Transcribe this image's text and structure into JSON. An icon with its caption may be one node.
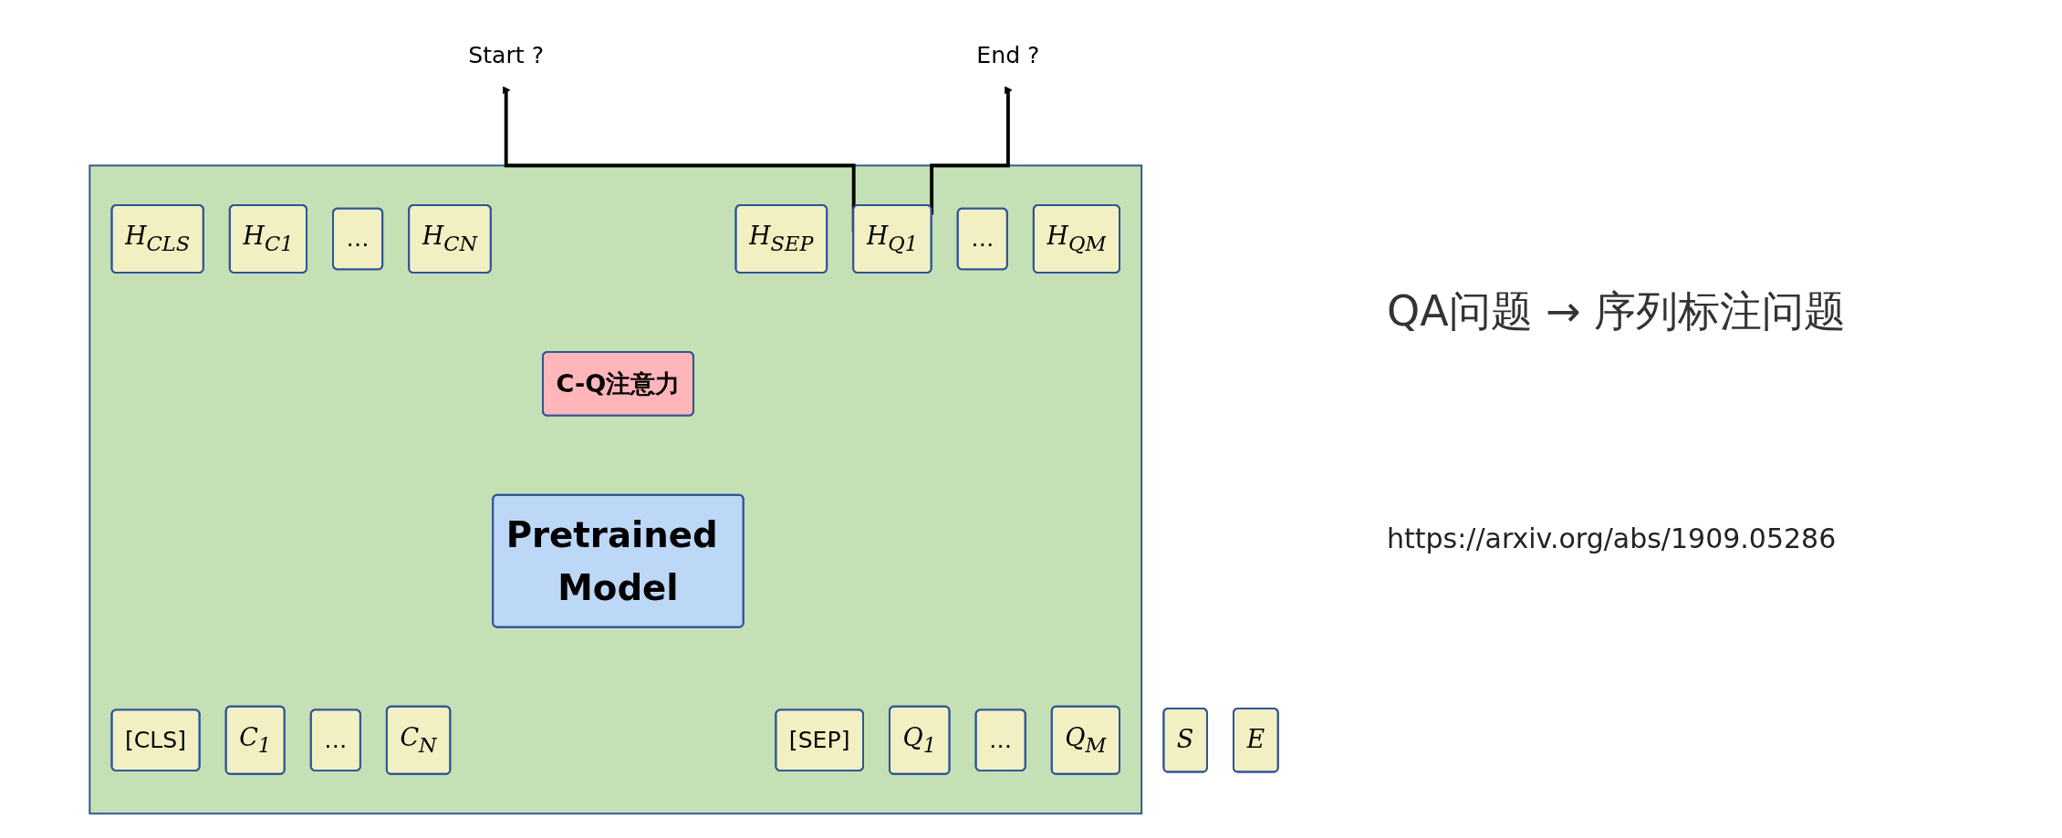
{
  "diagram": {
    "nodes": [
      {
        "text": [],
        "shape": "box"
      },
      {
        "text": [
          "H$_{CLS}$"
        ],
        "in": 0
      },
      {
        "text": [
          "H$_{C1}$"
        ],
        "in": 0
      },
      {
        "text": [
          "…"
        ],
        "in": 0
      },
      {
        "text": [
          "H$_{CN}$"
        ],
        "in": 0
      },
      {
        "text": [
          "H$_{SEP}$"
        ],
        "in": 0
      },
      {
        "text": [
          "H$_{Q1}$"
        ],
        "in": 0
      },
      {
        "text": [
          "…"
        ],
        "in": 0
      },
      {
        "text": [
          "H$_{QM}$"
        ],
        "in": 0
      },
      {
        "text": [
          "C-Q注意力"
        ],
        "in": 0
      },
      {
        "text": [
          "Pretrained Model"
        ],
        "in": 0
      },
      {
        "text": [
          "[CLS]"
        ],
        "in": 0
      },
      {
        "text": [
          "C$_{1}$"
        ],
        "in": 0
      },
      {
        "text": [
          "…"
        ],
        "in": 0
      },
      {
        "text": [
          "C$_{N}$"
        ],
        "in": 0
      },
      {
        "text": [
          "[SEP]"
        ],
        "in": 0
      },
      {
        "text": [
          "Q$_{1}$"
        ],
        "in": 0
      },
      {
        "text": [
          "…"
        ],
        "in": 0
      },
      {
        "text": [
          "Q$_{M}$"
        ],
        "in": 0
      },
      {
        "text": [
          "Start ?"
        ]
      },
      {
        "text": [
          "End ?"
        ]
      },
      {
        "text": [
          "S"
        ]
      },
      {
        "text": [
          "E"
        ]
      }
    ],
    "edges": [
      {
        "from": 6,
        "to": 19,
        "arrow": "to"
      },
      {
        "from": 6,
        "to": 20,
        "arrow": "to"
      }
    ],
    "labels": [
      "QA问题 → 序列标注问题",
      "https://arxiv.org/abs/1909.05286"
    ]
  }
}
